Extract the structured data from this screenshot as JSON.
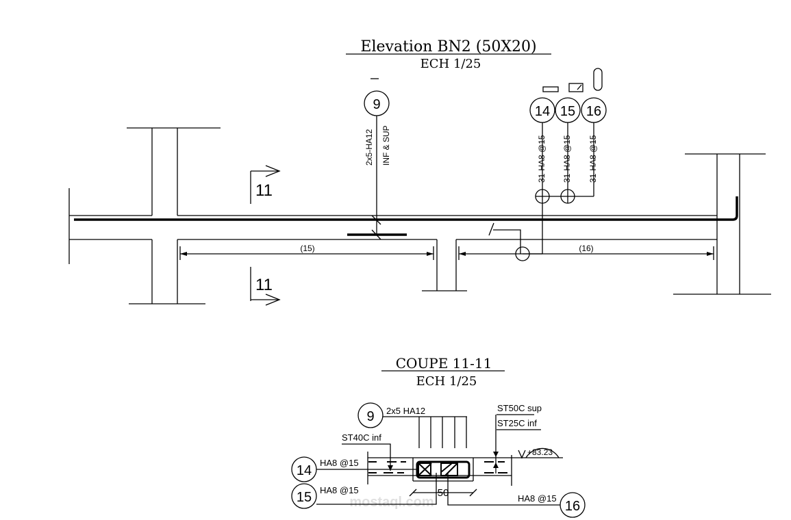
{
  "elevation": {
    "title": "Elevation BN2 (50X20)",
    "scale": "ECH 1/25",
    "callout_9": {
      "mark": "9",
      "text1": "2x5-HA12",
      "text2": "INF & SUP"
    },
    "callouts_stirrups": [
      {
        "mark": "14",
        "text": "31-HA8 @15"
      },
      {
        "mark": "15",
        "text": "31-HA8 @15"
      },
      {
        "mark": "16",
        "text": "31-HA8 @15"
      }
    ],
    "spans": [
      "(15)",
      "(16)"
    ],
    "section_mark": "11"
  },
  "section": {
    "title": "COUPE 11-11",
    "scale": "ECH 1/25",
    "mark_9": "9",
    "label_9": "2x5 HA12",
    "label_st40": "ST40C inf",
    "label_st50": "ST50C sup",
    "label_st25": "ST25C inf",
    "level": "+83.23",
    "mark_14": "14",
    "label_14": "HA8 @15",
    "mark_15": "15",
    "label_15": "HA8 @15",
    "mark_16": "16",
    "label_16": "HA8 @15",
    "width_dim": "50"
  },
  "watermark": "mostaql.com"
}
